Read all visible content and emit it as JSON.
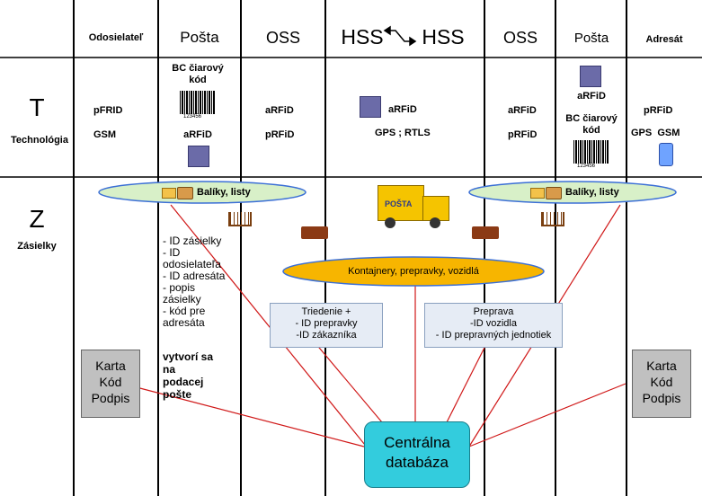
{
  "columns": [
    "Odosielateľ",
    "Pošta",
    "OSS",
    "HSS",
    "HSS",
    "OSS",
    "Pošta",
    "Adresát"
  ],
  "rows": {
    "t": {
      "letter": "T",
      "label": "Technológia"
    },
    "z": {
      "letter": "Z",
      "label": "Zásielky"
    }
  },
  "tech": {
    "odosielatel": [
      "pFRID",
      "GSM"
    ],
    "posta_left": {
      "barcode": "BC čiarový kód",
      "rfid": "aRFiD",
      "barcode_digits": "123456"
    },
    "oss_left": [
      "aRFiD",
      "pRFiD"
    ],
    "hss": {
      "rfid": "aRFiD",
      "line2": "GPS ; RTLS"
    },
    "oss_right": [
      "aRFiD",
      "pRFiD"
    ],
    "posta_right": {
      "rfid": "aRFiD",
      "barcode": "BC čiarový kód",
      "barcode_digits": "123456"
    },
    "adresat": [
      "pRFiD",
      "GPS  GSM"
    ]
  },
  "ellipses": {
    "left": "Balíky, listy",
    "right": "Balíky, listy",
    "center": "Kontajnery, prepravky, vozidlá"
  },
  "truck_label": "POŠTA",
  "posta_list": [
    "- ID zásielky",
    "- ID",
    "odosielateľa",
    "- ID adresáta",
    "- popis",
    "zásielky",
    "- kód pre",
    "adresáta"
  ],
  "posta_note": [
    "vytvorí sa",
    "na",
    "podacej",
    "pošte"
  ],
  "box_sort": [
    "Triedenie +",
    "- ID prepravky",
    "-ID zákazníka"
  ],
  "box_transport": [
    "Preprava",
    "-ID vozidla",
    "- ID prepravných jednotiek"
  ],
  "card": [
    "Karta",
    "Kód",
    "Podpis"
  ],
  "database": [
    "Centrálna",
    "databáza"
  ],
  "colors": {
    "ellipse_green": "#d8f0c8",
    "ellipse_blue_border": "#3b6fd6",
    "ellipse_orange": "#f7b500",
    "line_red": "#d01818",
    "database": "#33ccdd"
  }
}
